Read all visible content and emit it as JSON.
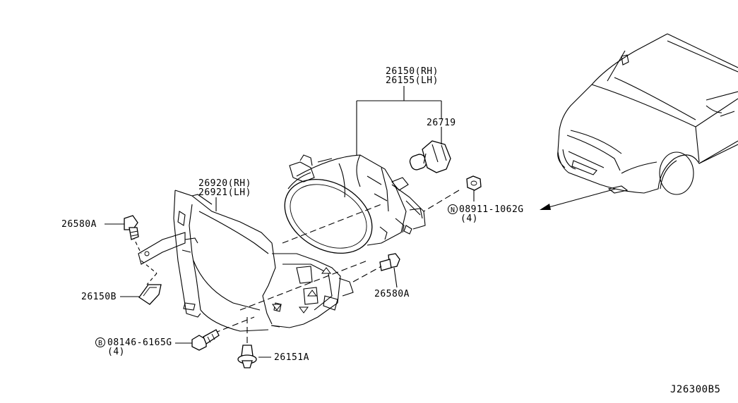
{
  "labels": {
    "fog_lamp_rh": "26150(RH)",
    "fog_lamp_lh": "26155(LH)",
    "bulb": "26719",
    "bracket_rh": "26920(RH)",
    "bracket_lh": "26921(LH)",
    "screw_upper": "26580A",
    "screw_lower": "26580A",
    "clip": "26150B",
    "nut": "08911-1062G",
    "nut_qty": "(4)",
    "nut_symbol": "N",
    "bolt": "08146-6165G",
    "bolt_qty": "(4)",
    "bolt_symbol": "B",
    "grommet": "26151A",
    "diagram_id": "J26300B5"
  }
}
